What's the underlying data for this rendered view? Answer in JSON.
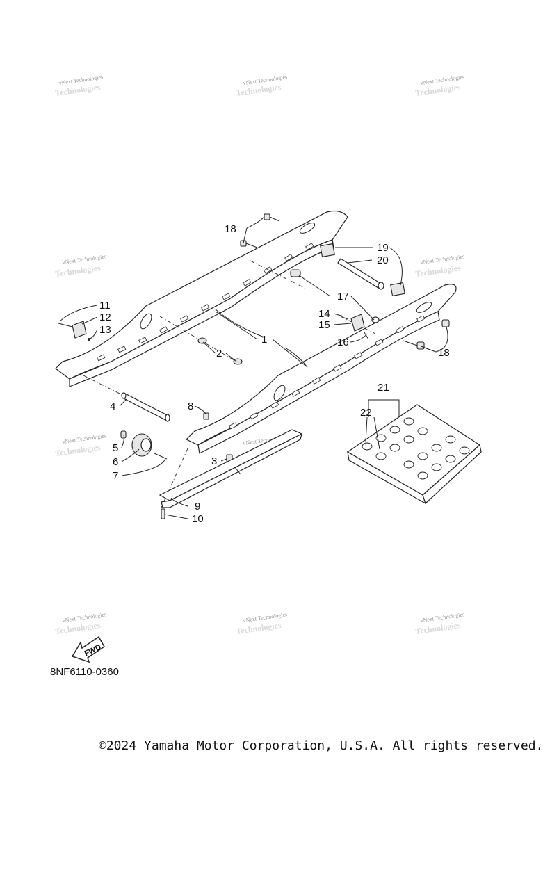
{
  "watermark": {
    "line1": "vNext Technologies",
    "line2": "Technologies"
  },
  "callouts": [
    "1",
    "2",
    "3",
    "4",
    "5",
    "6",
    "7",
    "8",
    "9",
    "10",
    "11",
    "12",
    "13",
    "14",
    "15",
    "16",
    "17",
    "18",
    "18",
    "19",
    "20",
    "21",
    "22"
  ],
  "fwd_label": "FWD",
  "diagram_code": "8NF6110-0360",
  "copyright": "©2024 Yamaha Motor Corporation, U.S.A. All rights reserved."
}
